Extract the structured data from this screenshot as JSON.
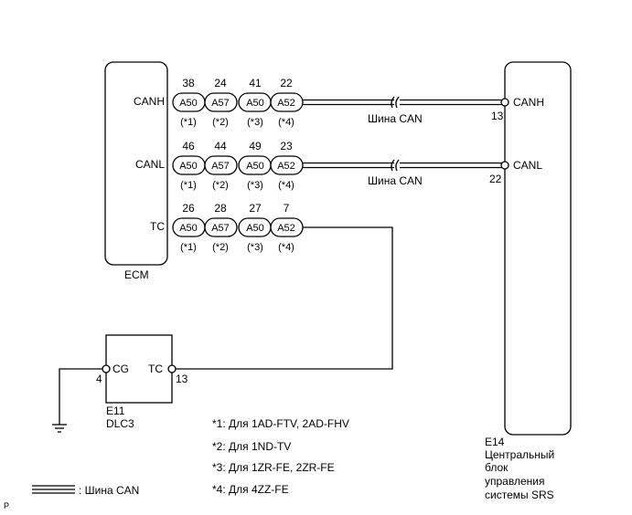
{
  "ecm": {
    "name": "ECM",
    "pins": [
      {
        "label": "CANH",
        "numbers": [
          "38",
          "24",
          "41",
          "22"
        ]
      },
      {
        "label": "CANL",
        "numbers": [
          "46",
          "44",
          "49",
          "23"
        ]
      },
      {
        "label": "TC",
        "numbers": [
          "26",
          "28",
          "27",
          "7"
        ]
      }
    ]
  },
  "connectors": [
    "A50",
    "A57",
    "A50",
    "A52"
  ],
  "variant_marks": [
    "(*1)",
    "(*2)",
    "(*3)",
    "(*4)"
  ],
  "bus_label": "Шина CAN",
  "srs": {
    "id": "E14",
    "name_lines": [
      "Центральный",
      "блок",
      "управления",
      "системы SRS"
    ],
    "pins": [
      {
        "label": "CANH",
        "number": "13"
      },
      {
        "label": "CANL",
        "number": "22"
      }
    ]
  },
  "dlc": {
    "id": "E11",
    "name": "DLC3",
    "cg_label": "CG",
    "cg_pin": "4",
    "tc_label": "TC",
    "tc_pin": "13"
  },
  "notes": [
    "*1: Для 1AD-FTV, 2AD-FHV",
    "*2: Для 1ND-TV",
    "*3: Для 1ZR-FE, 2ZR-FE",
    "*4: Для 4ZZ-FE"
  ],
  "legend": {
    "label": ": Шина CAN"
  },
  "corner_mark": "P"
}
